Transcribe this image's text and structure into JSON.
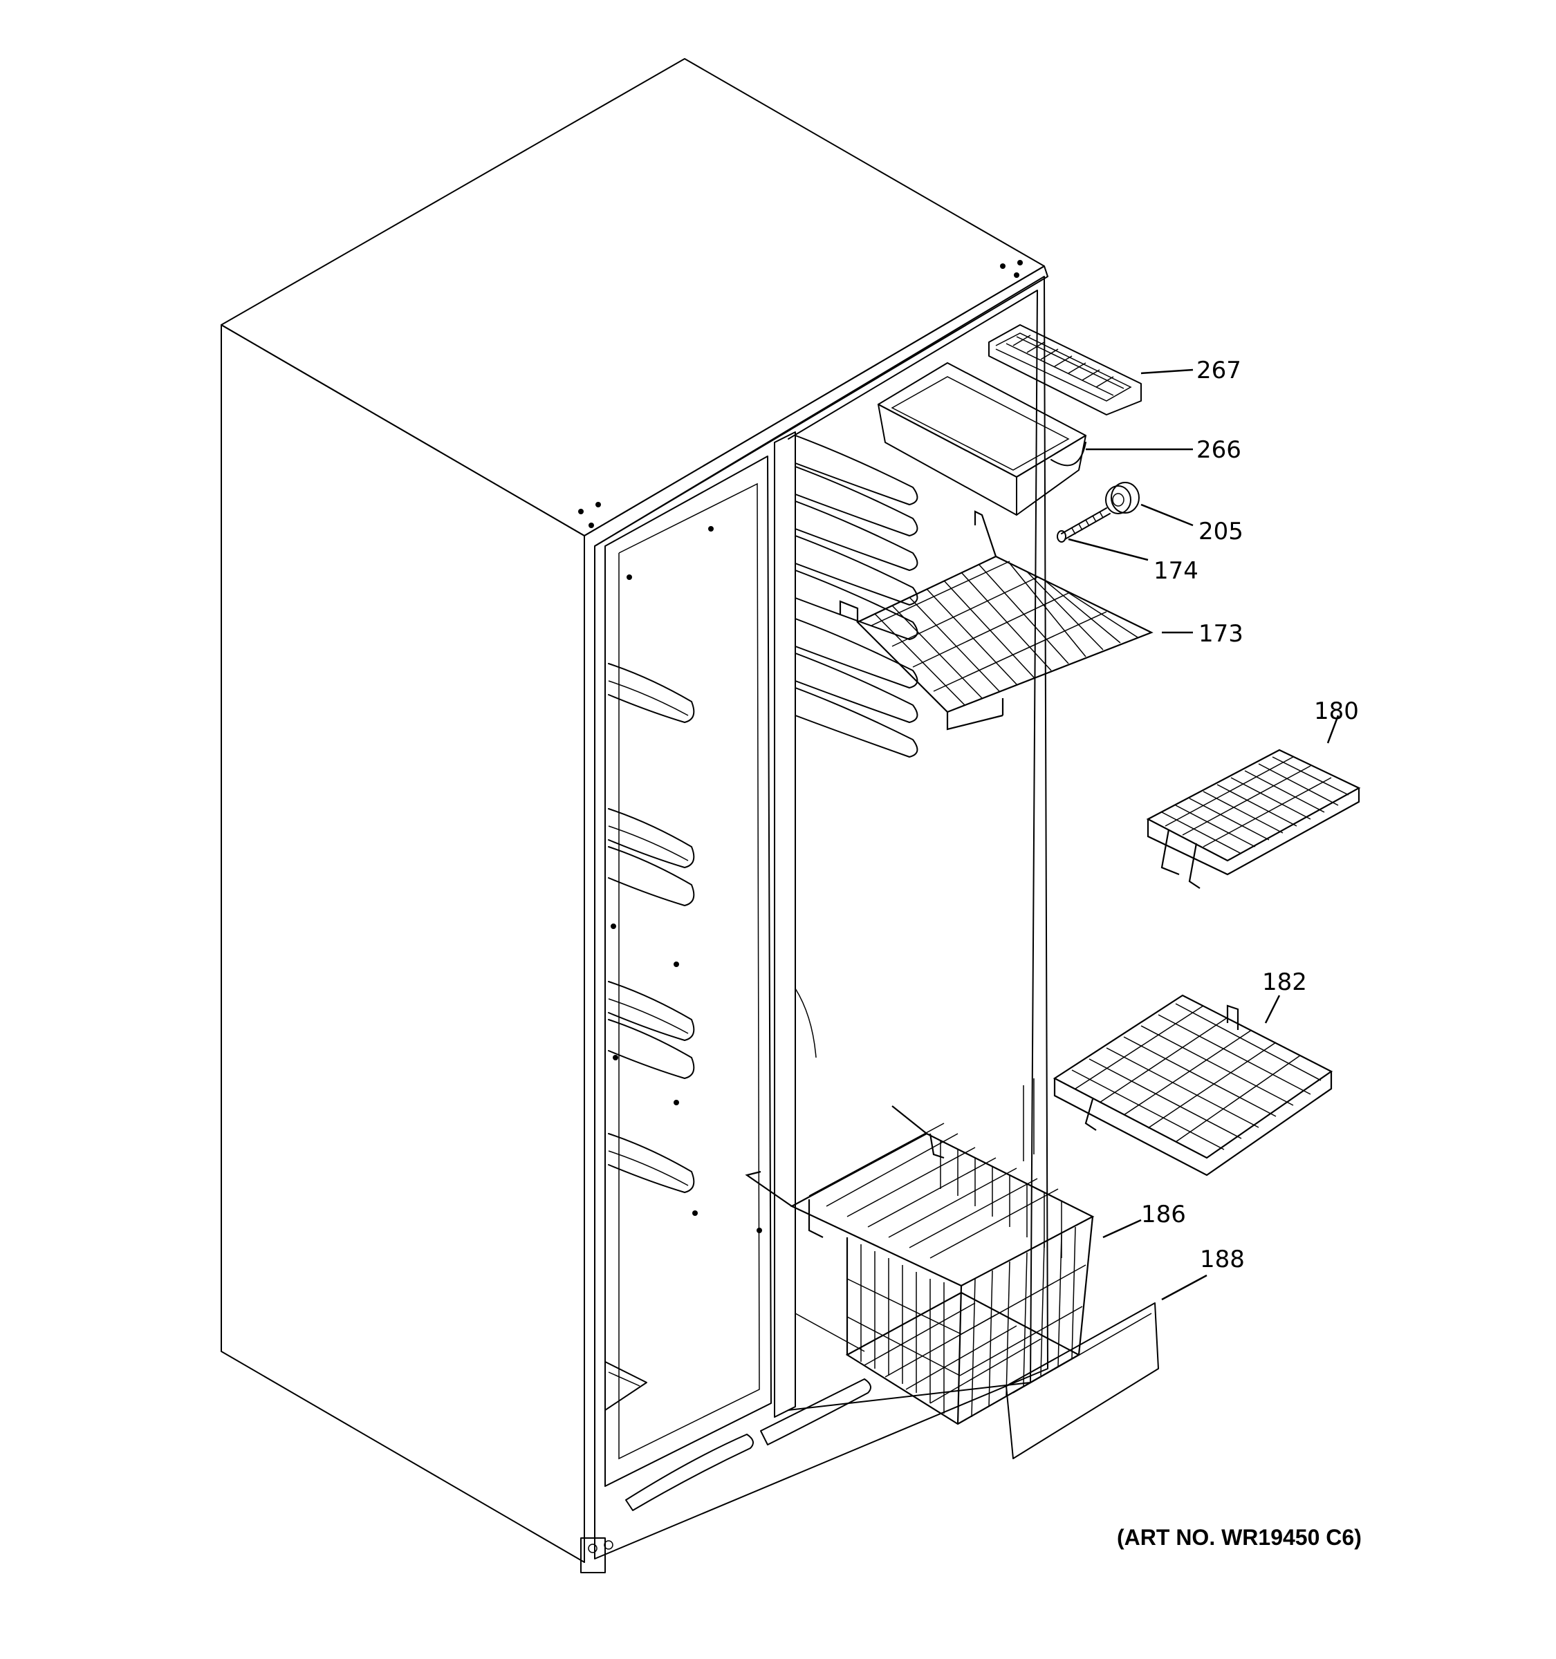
{
  "diagram": {
    "art_number": "(ART NO. WR19450 C6)",
    "callouts": [
      {
        "id": "267",
        "label": "267"
      },
      {
        "id": "266",
        "label": "266"
      },
      {
        "id": "205",
        "label": "205"
      },
      {
        "id": "174",
        "label": "174"
      },
      {
        "id": "173",
        "label": "173"
      },
      {
        "id": "180",
        "label": "180"
      },
      {
        "id": "182",
        "label": "182"
      },
      {
        "id": "186",
        "label": "186"
      },
      {
        "id": "188",
        "label": "188"
      }
    ]
  }
}
